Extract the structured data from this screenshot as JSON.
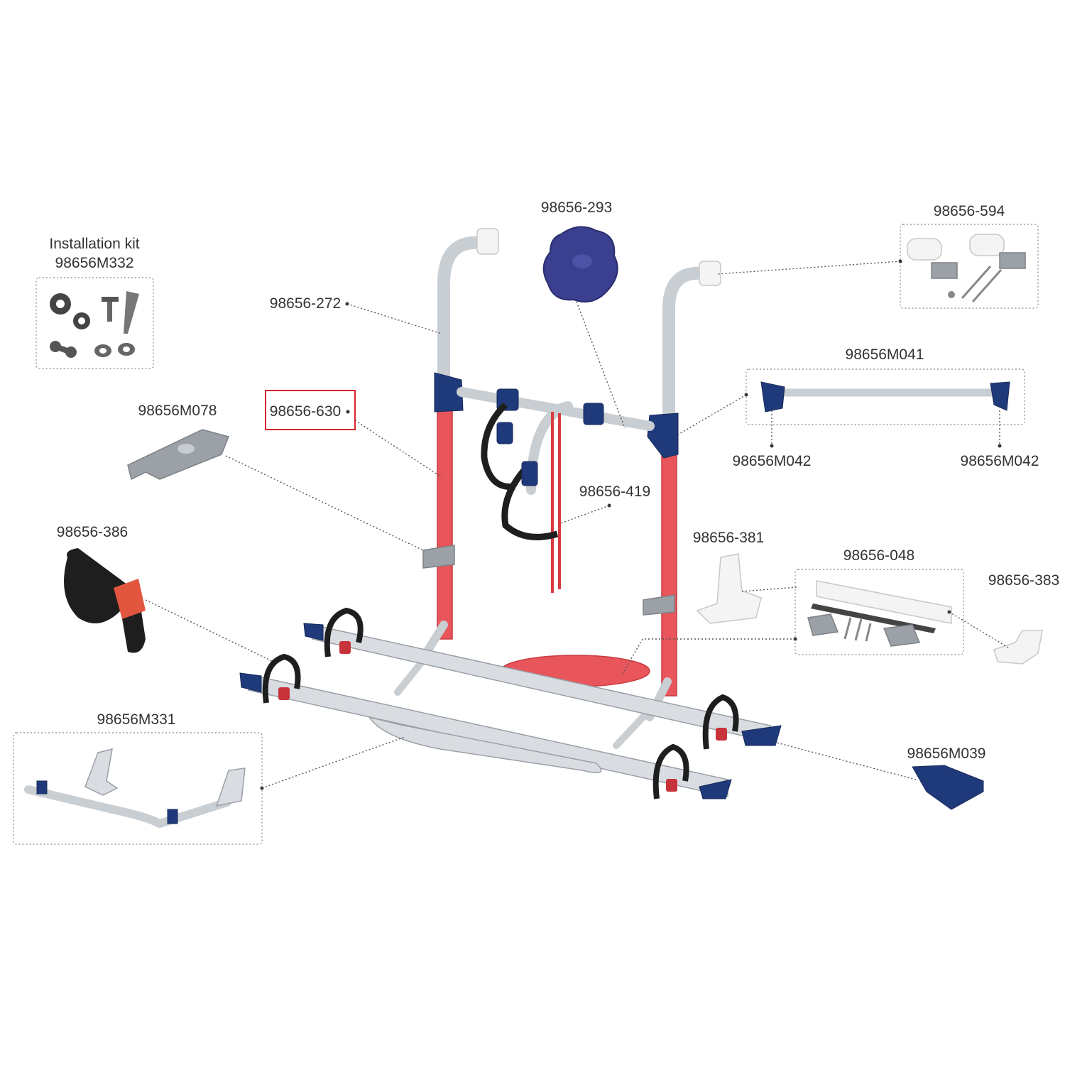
{
  "installation_kit": {
    "title": "Installation kit",
    "code": "98656M332"
  },
  "labels": {
    "p293": "98656-293",
    "p594": "98656-594",
    "p272": "98656-272",
    "pM041": "98656M041",
    "pM078": "98656M078",
    "p630": "98656-630",
    "pM042_left": "98656M042",
    "pM042_right": "98656M042",
    "p419": "98656-419",
    "p386": "98656-386",
    "p381": "98656-381",
    "p048": "98656-048",
    "p383": "98656-383",
    "pM331": "98656M331",
    "pM039": "98656M039"
  },
  "highlight": {
    "part": "98656-630",
    "color": "#d9232d"
  },
  "colors": {
    "frame_red": "#e8555a",
    "accent_navy": "#1f3a7a",
    "aluminium": "#d9dde1",
    "knob_blue": "#3a3f8f"
  }
}
